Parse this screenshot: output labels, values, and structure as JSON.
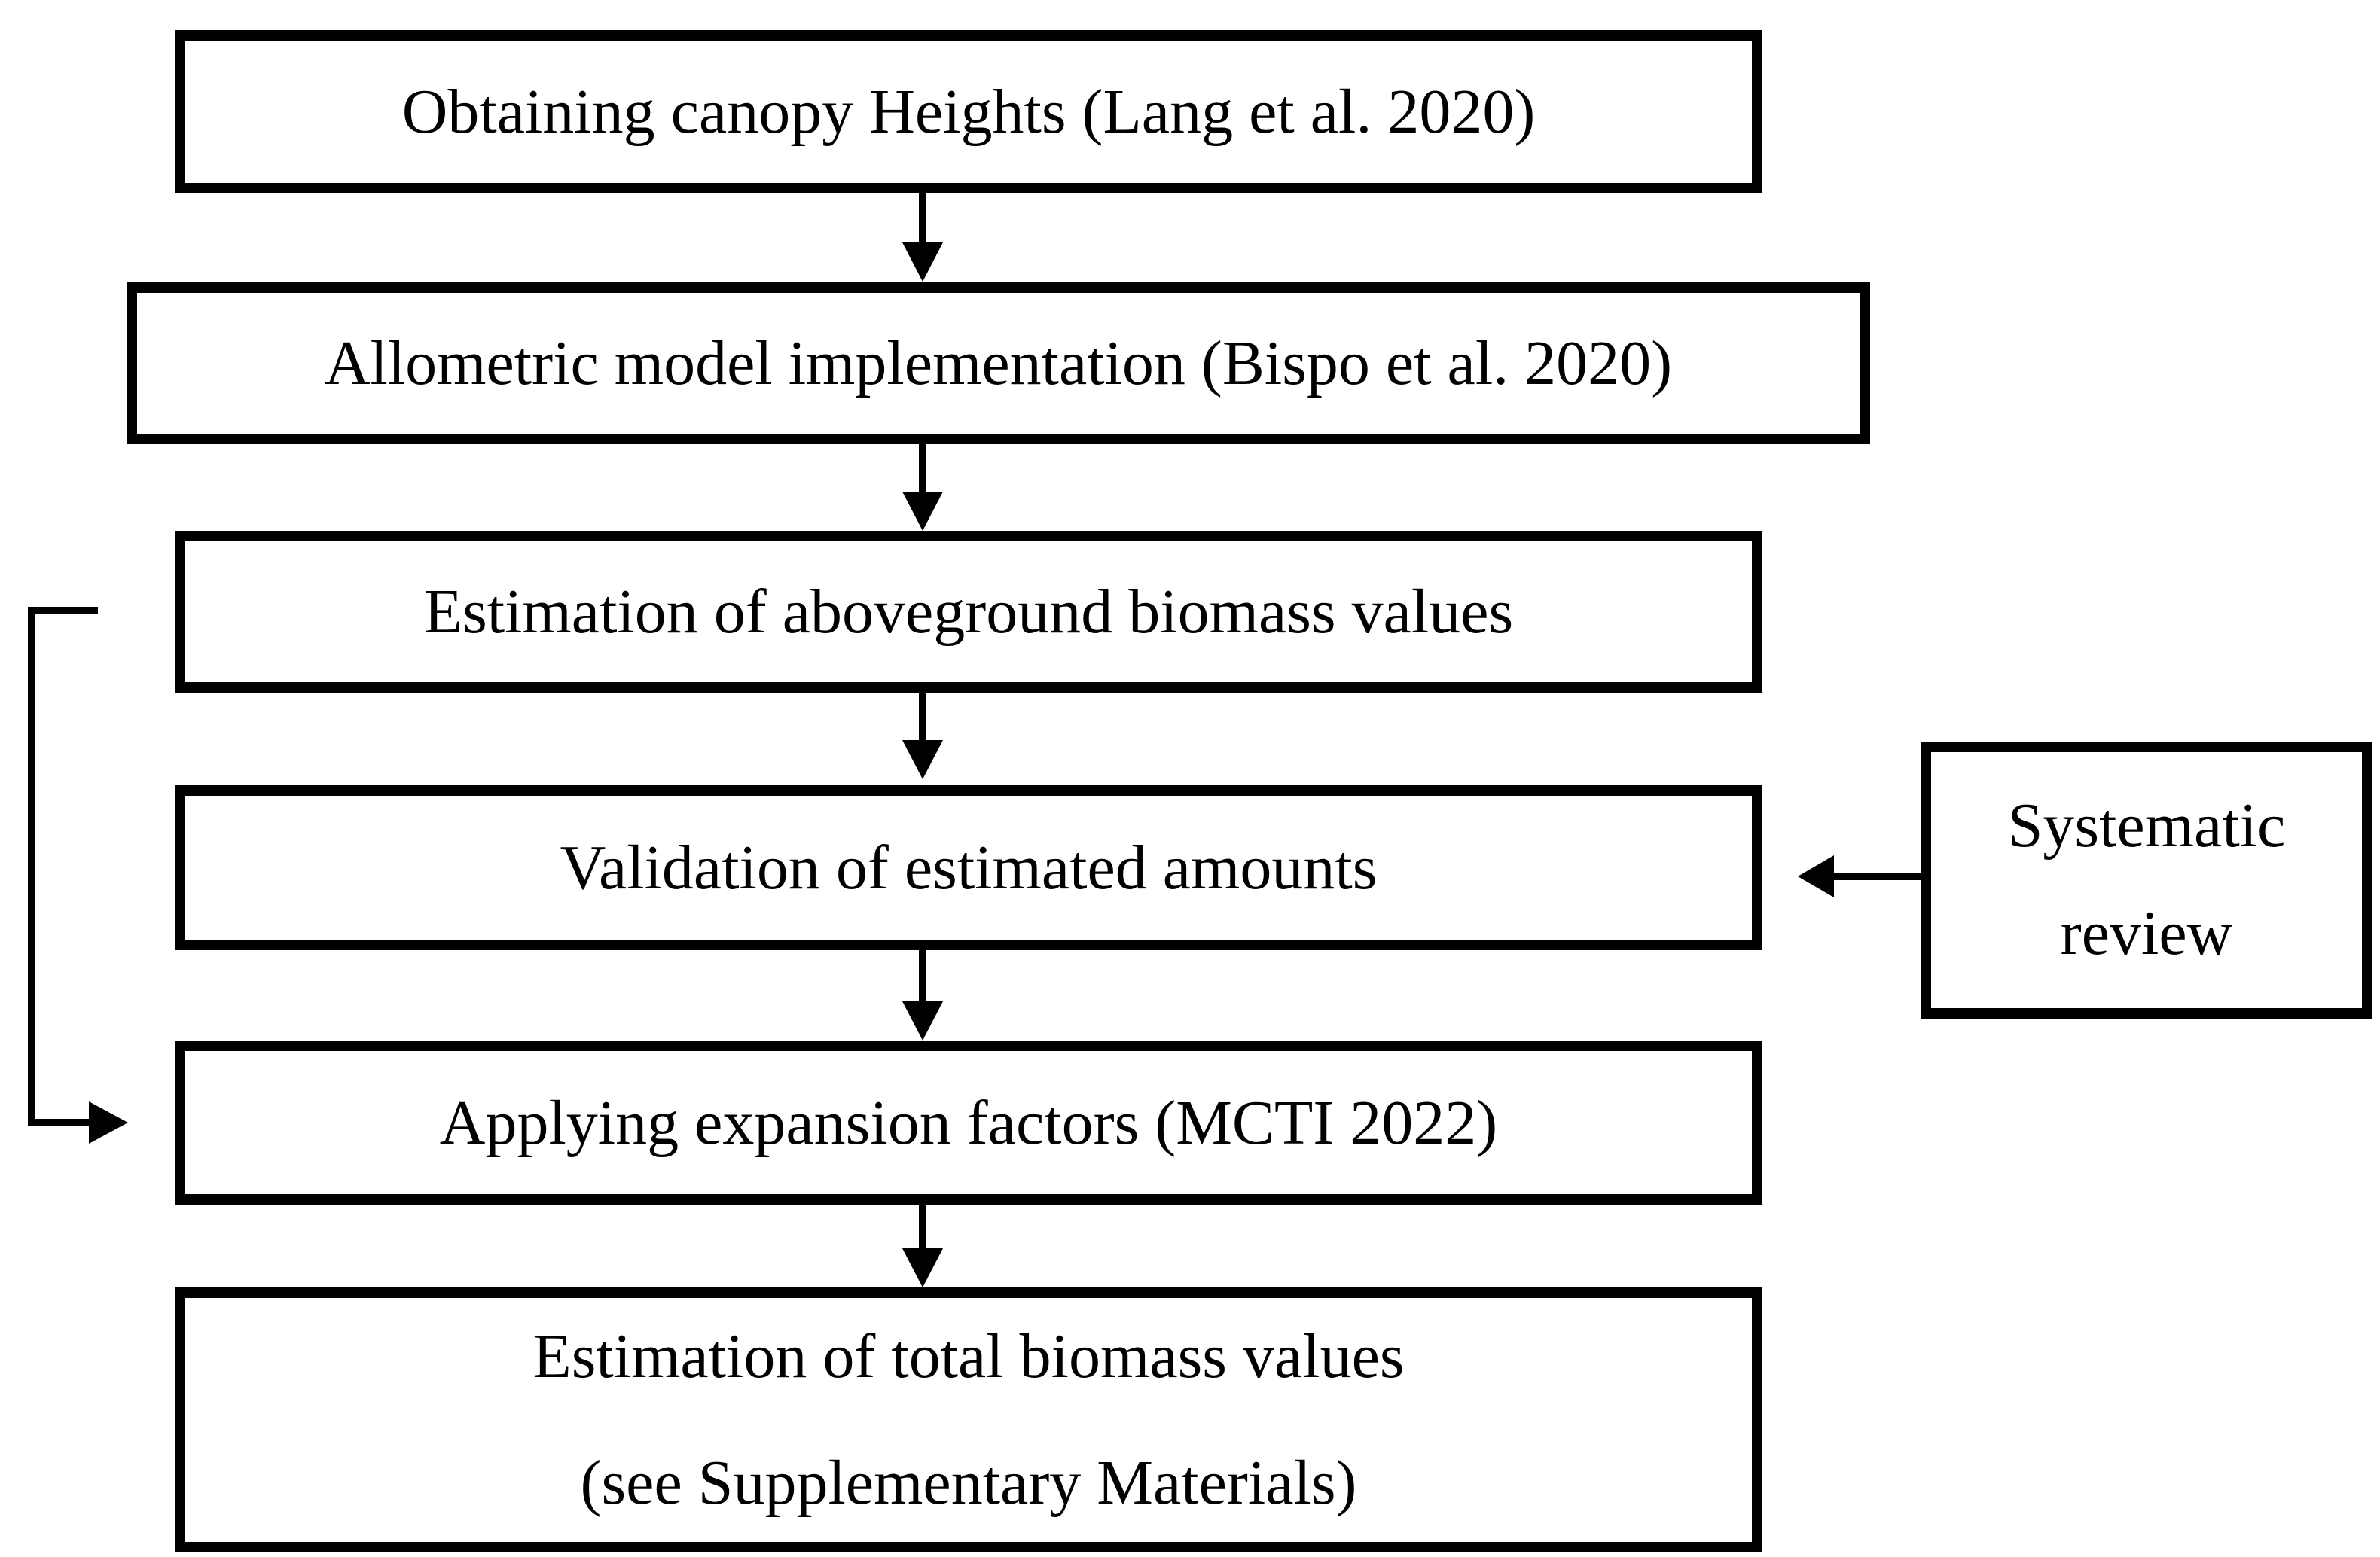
{
  "figure": {
    "type": "flowchart",
    "colors": {
      "background": "#ffffff",
      "line": "#000000",
      "text": "#000000"
    },
    "steps": [
      {
        "id": "canopy-heights",
        "label": "Obtaining canopy Heights (Lang et al. 2020)"
      },
      {
        "id": "allometric-model",
        "label": "Allometric model implementation (Bispo et al. 2020)"
      },
      {
        "id": "aboveground-biomass",
        "label": "Estimation of aboveground biomass values"
      },
      {
        "id": "validation",
        "label": "Validation of estimated amounts"
      },
      {
        "id": "expansion-factors",
        "label": "Applying expansion factors (MCTI 2022)"
      },
      {
        "id": "total-biomass",
        "label_line1": "Estimation of total biomass values",
        "label_line2": "(see Supplementary Materials)"
      }
    ],
    "side_box": {
      "id": "systematic-review",
      "label_line1": "Systematic",
      "label_line2": "review"
    }
  }
}
